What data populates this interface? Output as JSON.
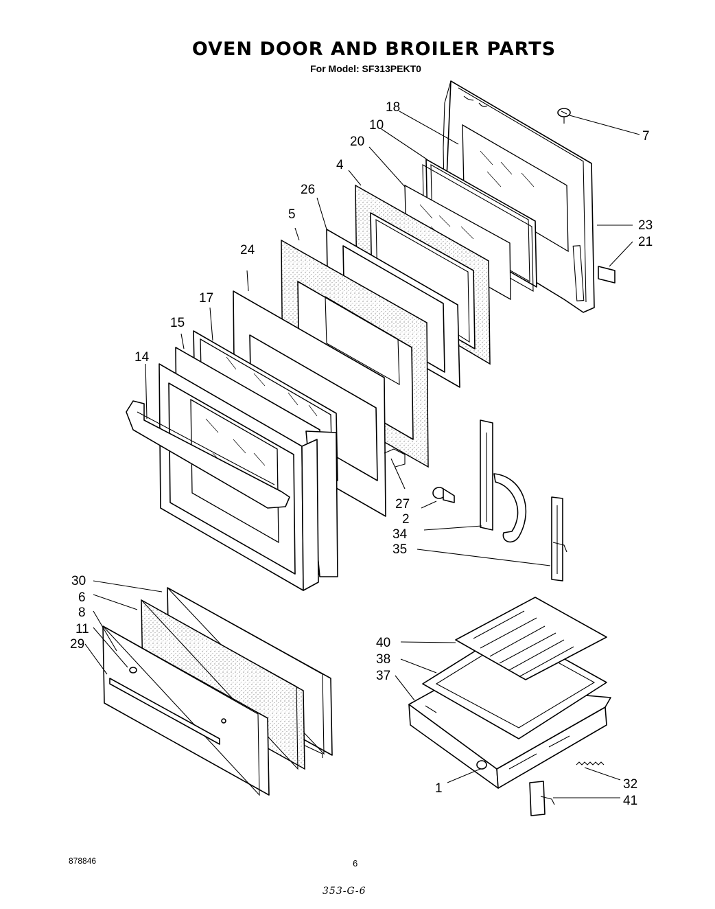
{
  "title": "OVEN DOOR AND BROILER PARTS",
  "subtitle": "For Model: SF313PEKT0",
  "footer": {
    "doc_number": "878846",
    "page": "6",
    "code": "353-G-6"
  },
  "callouts": {
    "c18": "18",
    "c10": "10",
    "c20": "20",
    "c4": "4",
    "c26": "26",
    "c5": "5",
    "c24": "24",
    "c17": "17",
    "c15": "15",
    "c14": "14",
    "c7": "7",
    "c23": "23",
    "c21": "21",
    "c27": "27",
    "c2": "2",
    "c34": "34",
    "c35": "35",
    "c30": "30",
    "c6": "6",
    "c8": "8",
    "c11": "11",
    "c29": "29",
    "c40": "40",
    "c38": "38",
    "c37": "37",
    "c1": "1",
    "c32": "32",
    "c41": "41"
  }
}
